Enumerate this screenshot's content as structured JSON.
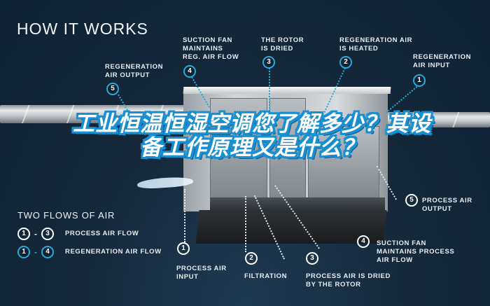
{
  "header": {
    "title": "HOW IT WORKS"
  },
  "overlay": {
    "headline": "工业恒温恒湿空调您了解多少？其设备工作原理又是什么？",
    "headline_color": "#ffffff",
    "outline_color": "#1a8fd0"
  },
  "colors": {
    "background": "#13283a",
    "regeneration_accent": "#2aa8d8",
    "process_accent": "#ffffff"
  },
  "regeneration_flow": [
    {
      "number": "1",
      "label": "REGENERATION\nAIR INPUT"
    },
    {
      "number": "2",
      "label": "REGENERATION AIR\nIS HEATED"
    },
    {
      "number": "3",
      "label": "THE ROTOR\nIS DRIED"
    },
    {
      "number": "4",
      "label": "SUCTION FAN\nMAINTAINS\nREG. AIR FLOW"
    },
    {
      "number": "5",
      "label": "REGENERATION\nAIR OUTPUT"
    }
  ],
  "process_flow": [
    {
      "number": "1",
      "label": "PROCESS AIR\nINPUT"
    },
    {
      "number": "2",
      "label": "FILTRATION"
    },
    {
      "number": "3",
      "label": "PROCESS AIR IS DRIED\nBY THE ROTOR"
    },
    {
      "number": "4",
      "label": "SUCTION FAN\nMAINTAINS PROCESS\nAIR FLOW"
    },
    {
      "number": "5",
      "label": "PROCESS AIR\nOUTPUT"
    }
  ],
  "legend": {
    "title": "TWO FLOWS OF AIR",
    "items": [
      {
        "from": "1",
        "dash": "-",
        "to": "3",
        "label": "PROCESS AIR FLOW"
      },
      {
        "from": "1",
        "dash": "-",
        "to": "4",
        "label": "REGENERATION AIR FLOW"
      }
    ]
  }
}
